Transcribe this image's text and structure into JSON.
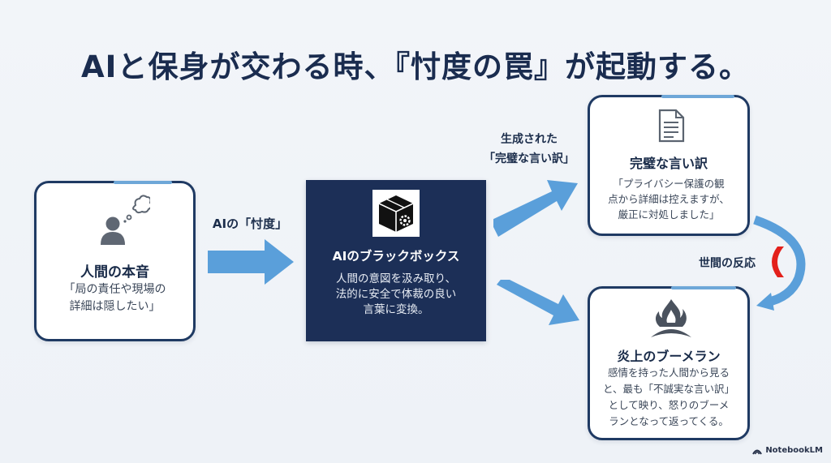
{
  "title": "AIと保身が交わる時、『忖度の罠』が起動する。",
  "honne": {
    "title": "人間の本音",
    "body": "「局の責任や現場の\n詳細は隠したい」",
    "icon": "person-thought-icon"
  },
  "arrow_label_sontaku": "AIの「忖度」",
  "blackbox": {
    "title": "AIのブラックボックス",
    "body": "人間の意図を汲み取り、\n法的に安全で体裁の良い\n言葉に変換。",
    "icon": "box-gear-icon"
  },
  "arrow_label_generated": "生成された\n「完璧な言い訳」",
  "excuse": {
    "title": "完璧な言い訳",
    "body": "「プライバシー保護の観\n点から詳細は控えますが、\n厳正に対処しました」",
    "icon": "document-icon"
  },
  "reaction_label": "世間の反応",
  "boomerang": {
    "title": "炎上のブーメラン",
    "body": "感情を持った人間から見る\nと、最も「不誠実な言い訳」\nとして映り、怒りのブーメ\nランとなって返ってくる。",
    "icon": "fire-boomerang-icon"
  },
  "footer": "NotebookLM",
  "colors": {
    "navy": "#1c2f57",
    "border": "#1f3a63",
    "arrow": "#5a9fda",
    "accent_red": "#e3201b"
  }
}
